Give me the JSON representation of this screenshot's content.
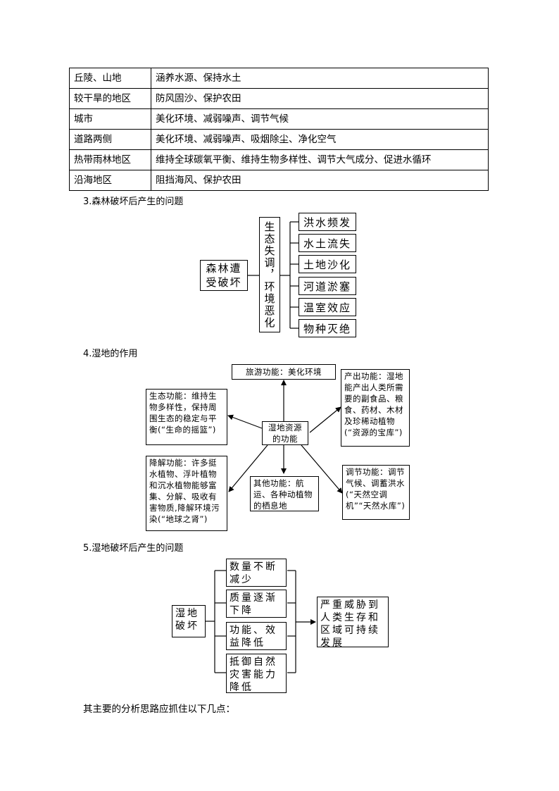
{
  "table": {
    "rows": [
      {
        "area": "丘陵、山地",
        "role": "涵养水源、保持水土"
      },
      {
        "area": "较干旱的地区",
        "role": "防风固沙、保护农田"
      },
      {
        "area": "城市",
        "role": "美化环境、减弱噪声、调节气候"
      },
      {
        "area": "道路两侧",
        "role": "美化环境、减弱噪声、吸烟除尘、净化空气"
      },
      {
        "area": "热带雨林地区",
        "role": "维持全球碳氧平衡、维持生物多样性、调节大气成分、促进水循环"
      },
      {
        "area": "沿海地区",
        "role": "阻挡海风、保护农田"
      }
    ]
  },
  "section3": {
    "heading": "3.森林破坏后产生的问题",
    "source": "森林遭受破坏",
    "middle": "生态失调，环境恶化",
    "outcomes": [
      "洪水频发",
      "水土流失",
      "土地沙化",
      "河道淤塞",
      "温室效应",
      "物种灭绝"
    ]
  },
  "section4": {
    "heading": "4.湿地的作用",
    "center": "湿地资源的功能",
    "top": "旅游功能：美化环境",
    "left_top": "生态功能：维持生物多样性，保持周围生态的稳定与平衡(“生命的摇篮”)",
    "left_bottom": "降解功能：许多挺水植物、浮叶植物和沉水植物能够富集、分解、吸收有害物质,降解环境污染(“地球之肾”)",
    "bottom": "其他功能：航运、各种动植物的栖息地",
    "right_top": "产出功能：湿地能产出人类所需要的副食品、粮食、药材、木材及珍稀动植物(“资源的宝库”)",
    "right_bottom": "调节功能：调节气候、调蓄洪水(“天然空调机”“天然水库”)"
  },
  "section5": {
    "heading": "5.湿地破坏后产生的问题",
    "source": "湿地破坏",
    "middles": [
      "数量不断减少",
      "质量逐渐下降",
      "功能、效益降低",
      "抵御自然灾害能力降低"
    ],
    "result": "严重威胁到人类生存和区域可持续发展"
  },
  "footer": "其主要的分析思路应抓住以下几点："
}
